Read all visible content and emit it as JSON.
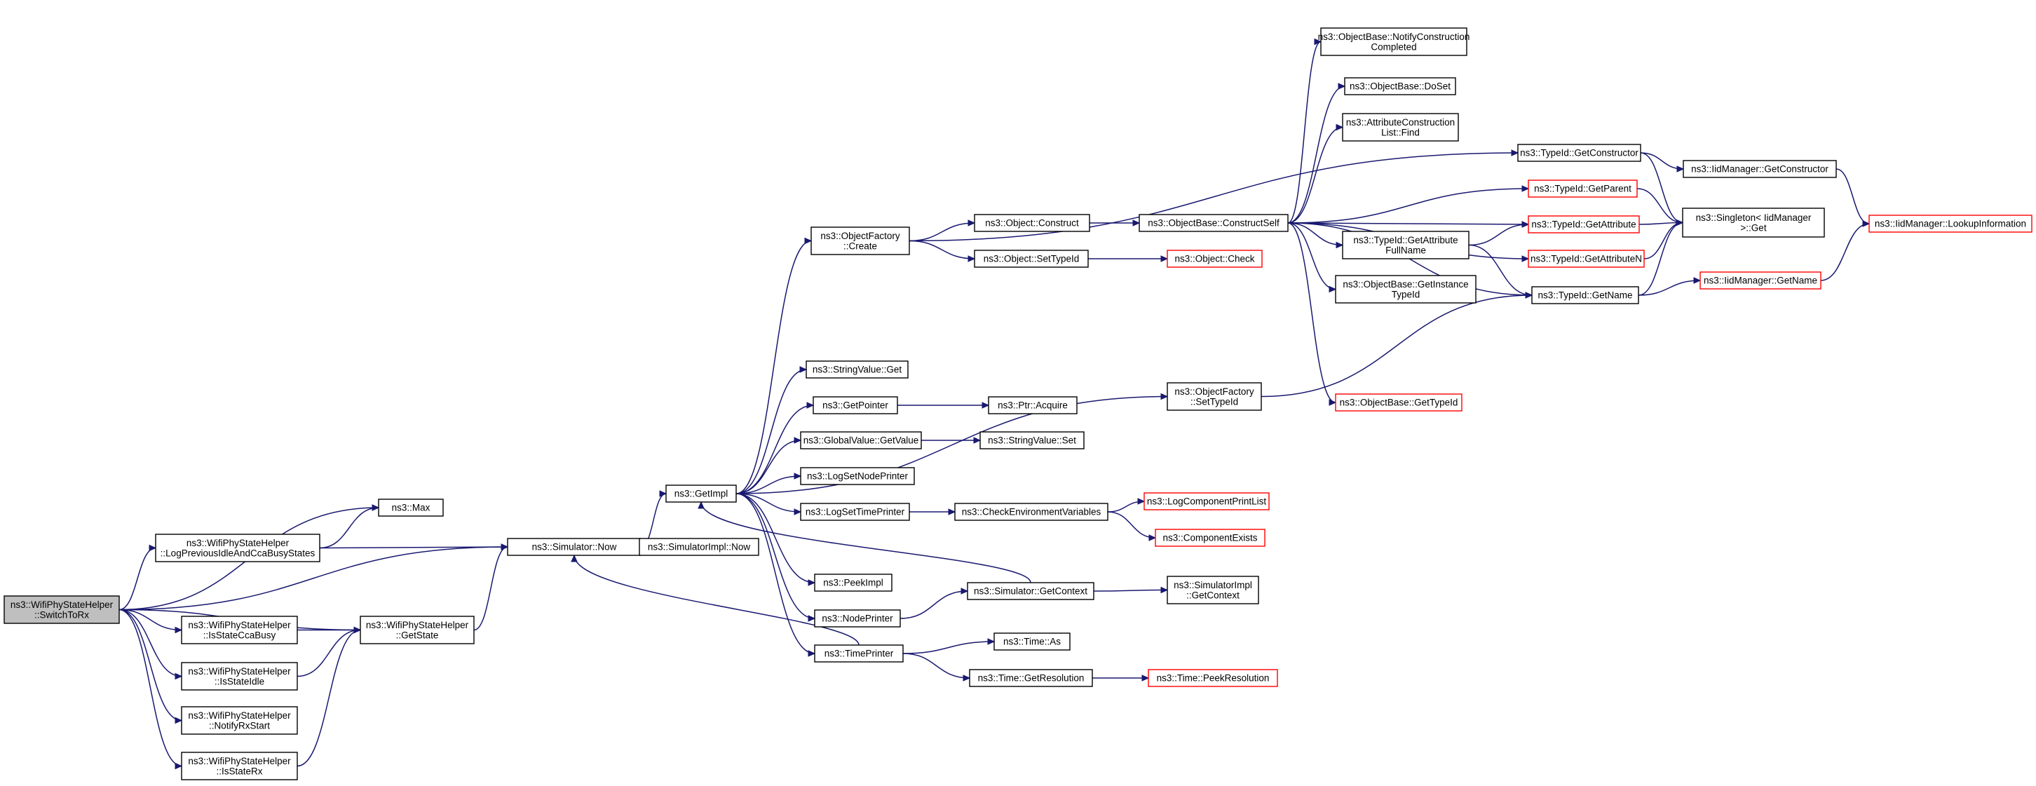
{
  "nodes": [
    {
      "id": "n0",
      "lines": [
        "ns3::WifiPhyStateHelper",
        "::SwitchToRx"
      ],
      "style": "root"
    },
    {
      "id": "n1",
      "lines": [
        "ns3::Max"
      ],
      "style": "normal"
    },
    {
      "id": "n2",
      "lines": [
        "ns3::WifiPhyStateHelper",
        "::LogPreviousIdleAndCcaBusyStates"
      ],
      "style": "normal"
    },
    {
      "id": "n3",
      "lines": [
        "ns3::WifiPhyStateHelper",
        "::GetState"
      ],
      "style": "normal"
    },
    {
      "id": "n4",
      "lines": [
        "ns3::WifiPhyStateHelper",
        "::IsStateCcaBusy"
      ],
      "style": "normal"
    },
    {
      "id": "n5",
      "lines": [
        "ns3::WifiPhyStateHelper",
        "::IsStateIdle"
      ],
      "style": "normal"
    },
    {
      "id": "n6",
      "lines": [
        "ns3::WifiPhyStateHelper",
        "::NotifyRxStart"
      ],
      "style": "normal"
    },
    {
      "id": "n7",
      "lines": [
        "ns3::WifiPhyStateHelper",
        "::IsStateRx"
      ],
      "style": "normal"
    },
    {
      "id": "n8",
      "lines": [
        "ns3::Simulator::Now"
      ],
      "style": "normal"
    },
    {
      "id": "n9",
      "lines": [
        "ns3::GetImpl"
      ],
      "style": "normal"
    },
    {
      "id": "n10",
      "lines": [
        "ns3::SimulatorImpl::Now"
      ],
      "style": "normal"
    },
    {
      "id": "n11",
      "lines": [
        "ns3::ObjectFactory",
        "::Create"
      ],
      "style": "normal"
    },
    {
      "id": "n12",
      "lines": [
        "ns3::StringValue::Get"
      ],
      "style": "normal"
    },
    {
      "id": "n13",
      "lines": [
        "ns3::GetPointer"
      ],
      "style": "normal"
    },
    {
      "id": "n14",
      "lines": [
        "ns3::GlobalValue::GetValue"
      ],
      "style": "normal"
    },
    {
      "id": "n15",
      "lines": [
        "ns3::LogSetNodePrinter"
      ],
      "style": "normal"
    },
    {
      "id": "n16",
      "lines": [
        "ns3::LogSetTimePrinter"
      ],
      "style": "normal"
    },
    {
      "id": "n17",
      "lines": [
        "ns3::PeekImpl"
      ],
      "style": "normal"
    },
    {
      "id": "n18",
      "lines": [
        "ns3::NodePrinter"
      ],
      "style": "normal"
    },
    {
      "id": "n19",
      "lines": [
        "ns3::TimePrinter"
      ],
      "style": "normal"
    },
    {
      "id": "n20",
      "lines": [
        "ns3::Object::Construct"
      ],
      "style": "normal"
    },
    {
      "id": "n21",
      "lines": [
        "ns3::Object::SetTypeId"
      ],
      "style": "normal"
    },
    {
      "id": "n22",
      "lines": [
        "ns3::ObjectFactory",
        "::SetTypeId"
      ],
      "style": "normal"
    },
    {
      "id": "n23",
      "lines": [
        "ns3::Ptr::Acquire"
      ],
      "style": "normal"
    },
    {
      "id": "n24",
      "lines": [
        "ns3::StringValue::Set"
      ],
      "style": "normal"
    },
    {
      "id": "n25",
      "lines": [
        "ns3::CheckEnvironmentVariables"
      ],
      "style": "normal"
    },
    {
      "id": "n26",
      "lines": [
        "ns3::Simulator::GetContext"
      ],
      "style": "normal"
    },
    {
      "id": "n27",
      "lines": [
        "ns3::Time::As"
      ],
      "style": "normal"
    },
    {
      "id": "n28",
      "lines": [
        "ns3::Time::GetResolution"
      ],
      "style": "normal"
    },
    {
      "id": "n29",
      "lines": [
        "ns3::ObjectBase::ConstructSelf"
      ],
      "style": "normal"
    },
    {
      "id": "n30",
      "lines": [
        "ns3::Object::Check"
      ],
      "style": "red"
    },
    {
      "id": "n31",
      "lines": [
        "ns3::LogComponentPrintList"
      ],
      "style": "red"
    },
    {
      "id": "n32",
      "lines": [
        "ns3::ComponentExists"
      ],
      "style": "red"
    },
    {
      "id": "n33",
      "lines": [
        "ns3::SimulatorImpl",
        "::GetContext"
      ],
      "style": "normal"
    },
    {
      "id": "n34",
      "lines": [
        "ns3::Time::PeekResolution"
      ],
      "style": "red"
    },
    {
      "id": "n35",
      "lines": [
        "ns3::ObjectBase::NotifyConstruction",
        "Completed"
      ],
      "style": "normal"
    },
    {
      "id": "n36",
      "lines": [
        "ns3::ObjectBase::DoSet"
      ],
      "style": "normal"
    },
    {
      "id": "n37",
      "lines": [
        "ns3::AttributeConstruction",
        "List::Find"
      ],
      "style": "normal"
    },
    {
      "id": "n38",
      "lines": [
        "ns3::TypeId::GetAttribute",
        "FullName"
      ],
      "style": "normal"
    },
    {
      "id": "n39",
      "lines": [
        "ns3::ObjectBase::GetInstance",
        "TypeId"
      ],
      "style": "normal"
    },
    {
      "id": "n40",
      "lines": [
        "ns3::ObjectBase::GetTypeId"
      ],
      "style": "red"
    },
    {
      "id": "n41",
      "lines": [
        "ns3::TypeId::GetConstructor"
      ],
      "style": "normal"
    },
    {
      "id": "n42",
      "lines": [
        "ns3::TypeId::GetParent"
      ],
      "style": "red"
    },
    {
      "id": "n43",
      "lines": [
        "ns3::TypeId::GetAttribute"
      ],
      "style": "red"
    },
    {
      "id": "n44",
      "lines": [
        "ns3::TypeId::GetAttributeN"
      ],
      "style": "red"
    },
    {
      "id": "n45",
      "lines": [
        "ns3::TypeId::GetName"
      ],
      "style": "normal"
    },
    {
      "id": "n46",
      "lines": [
        "ns3::IidManager::GetConstructor"
      ],
      "style": "normal"
    },
    {
      "id": "n47",
      "lines": [
        "ns3::Singleton< IidManager",
        "  >::Get"
      ],
      "style": "normal"
    },
    {
      "id": "n48",
      "lines": [
        "ns3::IidManager::GetName"
      ],
      "style": "red"
    },
    {
      "id": "n49",
      "lines": [
        "ns3::IidManager::LookupInformation"
      ],
      "style": "red"
    }
  ],
  "edges": [
    [
      "n0",
      "n1"
    ],
    [
      "n0",
      "n2"
    ],
    [
      "n0",
      "n3"
    ],
    [
      "n0",
      "n4"
    ],
    [
      "n0",
      "n5"
    ],
    [
      "n0",
      "n6"
    ],
    [
      "n0",
      "n7"
    ],
    [
      "n0",
      "n8"
    ],
    [
      "n2",
      "n1"
    ],
    [
      "n2",
      "n8"
    ],
    [
      "n3",
      "n8"
    ],
    [
      "n4",
      "n3"
    ],
    [
      "n5",
      "n3"
    ],
    [
      "n7",
      "n3"
    ],
    [
      "n8",
      "n9"
    ],
    [
      "n8",
      "n10"
    ],
    [
      "n9",
      "n11"
    ],
    [
      "n9",
      "n12"
    ],
    [
      "n9",
      "n13"
    ],
    [
      "n9",
      "n14"
    ],
    [
      "n9",
      "n15"
    ],
    [
      "n9",
      "n16"
    ],
    [
      "n9",
      "n17"
    ],
    [
      "n9",
      "n18"
    ],
    [
      "n9",
      "n19"
    ],
    [
      "n9",
      "n22"
    ],
    [
      "n11",
      "n20"
    ],
    [
      "n11",
      "n21"
    ],
    [
      "n11",
      "n41"
    ],
    [
      "n13",
      "n23"
    ],
    [
      "n14",
      "n24"
    ],
    [
      "n16",
      "n25"
    ],
    [
      "n18",
      "n26"
    ],
    [
      "n19",
      "n27"
    ],
    [
      "n19",
      "n28"
    ],
    [
      "n19",
      "n8"
    ],
    [
      "n20",
      "n29"
    ],
    [
      "n21",
      "n30"
    ],
    [
      "n22",
      "n45"
    ],
    [
      "n25",
      "n31"
    ],
    [
      "n25",
      "n32"
    ],
    [
      "n26",
      "n9"
    ],
    [
      "n26",
      "n33"
    ],
    [
      "n28",
      "n34"
    ],
    [
      "n29",
      "n35"
    ],
    [
      "n29",
      "n36"
    ],
    [
      "n29",
      "n37"
    ],
    [
      "n29",
      "n38"
    ],
    [
      "n29",
      "n39"
    ],
    [
      "n29",
      "n40"
    ],
    [
      "n29",
      "n42"
    ],
    [
      "n29",
      "n43"
    ],
    [
      "n29",
      "n44"
    ],
    [
      "n29",
      "n45"
    ],
    [
      "n38",
      "n43"
    ],
    [
      "n38",
      "n45"
    ],
    [
      "n41",
      "n46"
    ],
    [
      "n41",
      "n47"
    ],
    [
      "n42",
      "n47"
    ],
    [
      "n43",
      "n47"
    ],
    [
      "n44",
      "n47"
    ],
    [
      "n45",
      "n47"
    ],
    [
      "n45",
      "n48"
    ],
    [
      "n46",
      "n49"
    ],
    [
      "n48",
      "n49"
    ]
  ],
  "colors": {
    "edge": "#191970",
    "border": "#000000",
    "red_border": "#ff0000",
    "root_fill": "#bfbfbf",
    "fill": "#ffffff"
  }
}
